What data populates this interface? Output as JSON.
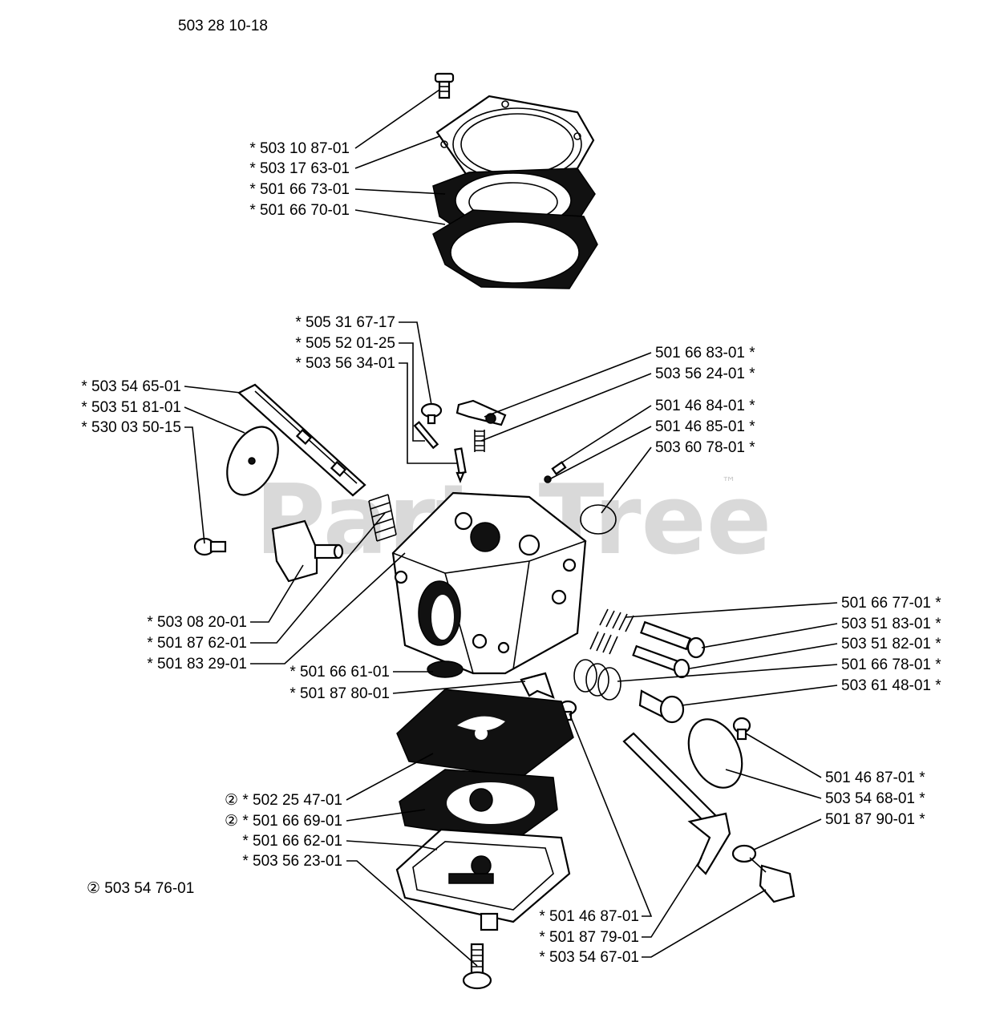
{
  "diagram": {
    "title": "503 28 10-18",
    "watermark": "PartsTree",
    "trademark": "™",
    "kit_note": "② 503 54 76-01",
    "labels": {
      "p1": "* 503 10 87-01",
      "p2": "* 503 17 63-01",
      "p3": "* 501 66 73-01",
      "p4": "* 501 66 70-01",
      "p5": "* 505 31 67-17",
      "p6": "* 505 52 01-25",
      "p7": "* 503 56 34-01",
      "p8": "501 66 83-01 *",
      "p9": "503 56 24-01 *",
      "p10": "* 503 54 65-01",
      "p11": "* 503 51 81-01",
      "p12": "* 530 03 50-15",
      "p13": "501 46 84-01 *",
      "p14": "501 46 85-01 *",
      "p15": "503 60 78-01 *",
      "p16": "501 66 77-01 *",
      "p17": "503 51 83-01 *",
      "p18": "503 51 82-01 *",
      "p19": "501 66 78-01 *",
      "p20": "503 61 48-01 *",
      "p21": "* 503 08 20-01",
      "p22": "* 501 87 62-01",
      "p23": "* 501 83 29-01",
      "p24": "* 501 66 61-01",
      "p25": "* 501 87 80-01",
      "p26": "501 46 87-01 *",
      "p27": "503 54 68-01 *",
      "p28": "501 87 90-01 *",
      "p29": "② * 502 25 47-01",
      "p30": "② * 501 66 69-01",
      "p31": "* 501 66 62-01",
      "p32": "* 503 56 23-01",
      "p33": "* 501 46 87-01",
      "p34": "* 501 87 79-01",
      "p35": "* 503 54 67-01"
    }
  }
}
